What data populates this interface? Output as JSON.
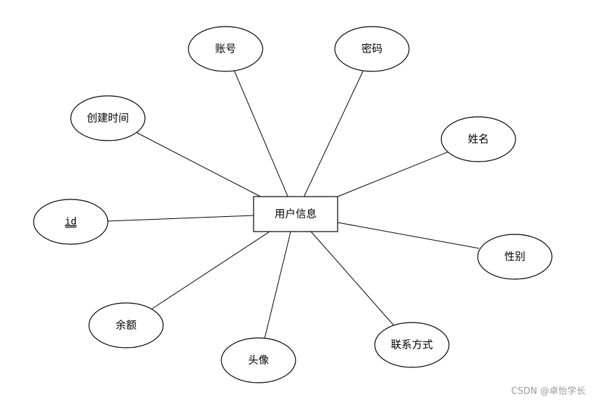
{
  "entity": {
    "label": "用户信息"
  },
  "attributes": {
    "account": "账号",
    "password": "密码",
    "created_time": "创建时间",
    "name": "姓名",
    "id": "id",
    "gender": "性别",
    "balance": "余额",
    "avatar": "头像",
    "contact": "联系方式"
  },
  "watermark": "CSDN @卓怡学长"
}
